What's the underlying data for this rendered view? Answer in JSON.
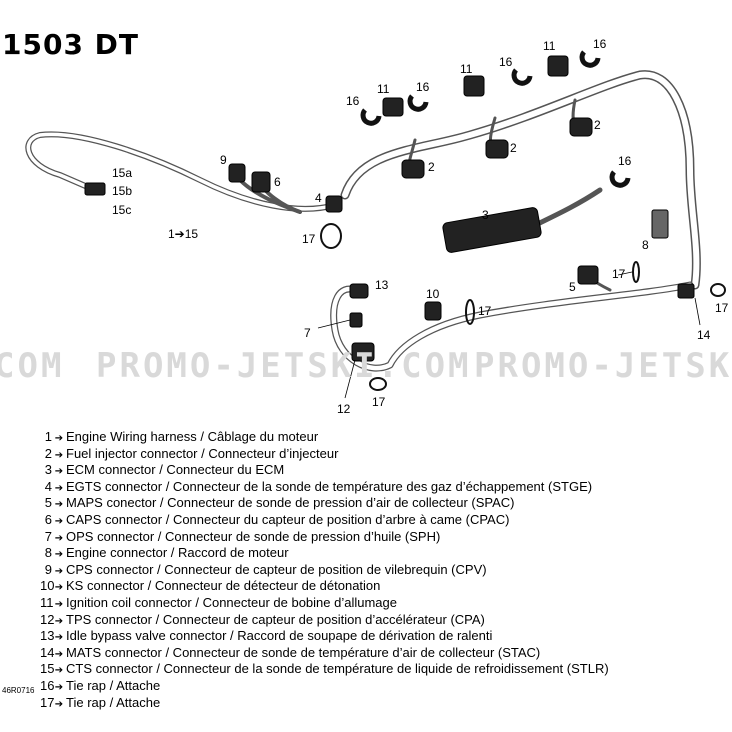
{
  "title": "1503 DT",
  "figure_ref": "46R0716",
  "watermark": [
    "COM",
    "PROMO-JETSKI.COM",
    "PROMO-JETSK"
  ],
  "callouts": [
    {
      "id": "c1",
      "text": "1➔15"
    },
    {
      "id": "c15a",
      "text": "15a"
    },
    {
      "id": "c15b",
      "text": "15b"
    },
    {
      "id": "c15c",
      "text": "15c"
    },
    {
      "id": "c9",
      "text": "9"
    },
    {
      "id": "c6",
      "text": "6"
    },
    {
      "id": "c4",
      "text": "4"
    },
    {
      "id": "c17a",
      "text": "17"
    },
    {
      "id": "c16a",
      "text": "16"
    },
    {
      "id": "c11a",
      "text": "11"
    },
    {
      "id": "c16b",
      "text": "16"
    },
    {
      "id": "c11b",
      "text": "11"
    },
    {
      "id": "c16c",
      "text": "16"
    },
    {
      "id": "c11c",
      "text": "11"
    },
    {
      "id": "c16d",
      "text": "16"
    },
    {
      "id": "c2a",
      "text": "2"
    },
    {
      "id": "c2b",
      "text": "2"
    },
    {
      "id": "c2c",
      "text": "2"
    },
    {
      "id": "c16e",
      "text": "16"
    },
    {
      "id": "c3",
      "text": "3"
    },
    {
      "id": "c8",
      "text": "8"
    },
    {
      "id": "c5",
      "text": "5"
    },
    {
      "id": "c17b",
      "text": "17"
    },
    {
      "id": "c17c",
      "text": "17"
    },
    {
      "id": "c14",
      "text": "14"
    },
    {
      "id": "c13",
      "text": "13"
    },
    {
      "id": "c10",
      "text": "10"
    },
    {
      "id": "c17d",
      "text": "17"
    },
    {
      "id": "c7",
      "text": "7"
    },
    {
      "id": "c12",
      "text": "12"
    },
    {
      "id": "c17e",
      "text": "17"
    }
  ],
  "legend": [
    {
      "num": "1",
      "text": "Engine Wiring harness / Câblage du moteur"
    },
    {
      "num": "2",
      "text": "Fuel injector connector / Connecteur d’injecteur"
    },
    {
      "num": "3",
      "text": "ECM connector / Connecteur du ECM"
    },
    {
      "num": "4",
      "text": "EGTS connector / Connecteur de la sonde de température des gaz d’échappement (STGE)"
    },
    {
      "num": "5",
      "text": "MAPS conector / Connecteur de sonde de pression d’air de collecteur (SPAC)"
    },
    {
      "num": "6",
      "text": "CAPS connector / Connecteur du capteur de position d’arbre à came (CPAC)"
    },
    {
      "num": "7",
      "text": "OPS connector / Connecteur de sonde de pression d’huile (SPH)"
    },
    {
      "num": "8",
      "text": "Engine connector / Raccord de moteur"
    },
    {
      "num": "9",
      "text": "CPS connector / Connecteur de capteur de position de vilebrequin (CPV)"
    },
    {
      "num": "10",
      "text": "KS connector / Connecteur de détecteur de détonation"
    },
    {
      "num": "11",
      "text": "Ignition coil connector / Connecteur de bobine d’allumage"
    },
    {
      "num": "12",
      "text": "TPS connector / Connecteur de capteur de position d’accélérateur (CPA)"
    },
    {
      "num": "13",
      "text": "Idle bypass valve connector / Raccord de soupape de dérivation de ralenti"
    },
    {
      "num": "14",
      "text": "MATS connector / Connecteur de sonde de température d’air de collecteur (STAC)"
    },
    {
      "num": "15",
      "text": "CTS connector / Connecteur de la sonde de température de liquide de refroidissement (STLR)"
    },
    {
      "num": "16",
      "text": "Tie rap / Attache"
    },
    {
      "num": "17",
      "text": "Tie rap / Attache"
    }
  ]
}
